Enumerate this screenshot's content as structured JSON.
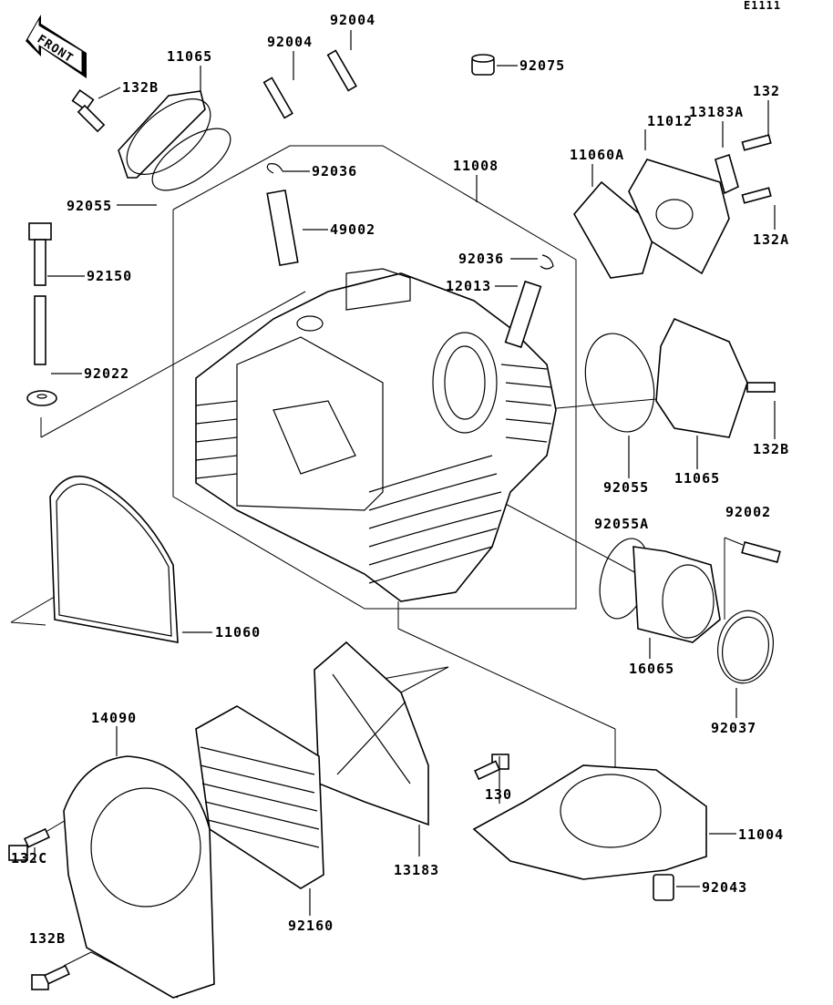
{
  "diagram_code": "E1111",
  "front_label": "FRONT",
  "labels": {
    "p92004a": "92004",
    "p92004b": "92004",
    "p92075": "92075",
    "p11065a": "11065",
    "p132Ba": "132B",
    "p132": "132",
    "p11012": "11012",
    "p13183A": "13183A",
    "p11060A": "11060A",
    "p11008": "11008",
    "p92036a": "92036",
    "p92055a": "92055",
    "p132A": "132A",
    "p49002": "49002",
    "p92036b": "92036",
    "p12013": "12013",
    "p92150": "92150",
    "p92022": "92022",
    "p132Bb": "132B",
    "p92055b": "92055",
    "p11065b": "11065",
    "p92055A": "92055A",
    "p92002": "92002",
    "p11060": "11060",
    "p16065": "16065",
    "p92037": "92037",
    "p14090": "14090",
    "p130": "130",
    "p11004": "11004",
    "p132C": "132C",
    "p13183": "13183",
    "p92043": "92043",
    "p92160": "92160",
    "p132Bc": "132B"
  }
}
